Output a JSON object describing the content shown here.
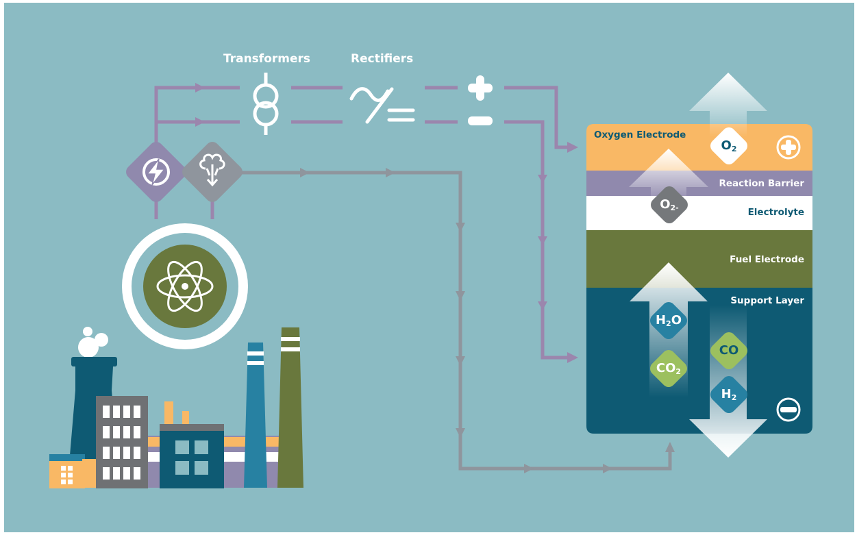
{
  "labels": {
    "transformers": "Transformers",
    "rectifiers": "Rectifiers"
  },
  "cell_layers": [
    {
      "id": "oxygen",
      "label": "Oxygen Electrode",
      "color": "#f9b865",
      "text_color": "#0e5a73"
    },
    {
      "id": "barrier",
      "label": "Reaction Barrier",
      "color": "#9089ad",
      "text_color": "#ffffff"
    },
    {
      "id": "electrolyte",
      "label": "Electrolyte",
      "color": "#ffffff",
      "text_color": "#0e5a73"
    },
    {
      "id": "fuel",
      "label": "Fuel Electrode",
      "color": "#69783d",
      "text_color": "#ffffff"
    },
    {
      "id": "support",
      "label": "Support Layer",
      "color": "#0e5a73",
      "text_color": "#ffffff"
    }
  ],
  "molecules": {
    "o2": {
      "base": "O",
      "sub": "2"
    },
    "o2_ion": {
      "base": "O",
      "sub": "2-"
    },
    "h2o": {
      "base": "H",
      "sub": "2",
      "tail": "O"
    },
    "co2": {
      "base": "CO",
      "sub": "2"
    },
    "co": {
      "base": "CO",
      "sub": ""
    },
    "h2": {
      "base": "H",
      "sub": "2"
    }
  },
  "colors": {
    "background": "#8bbbc3",
    "purple_line": "#9b86ad",
    "gray_line": "#8f959d",
    "orange": "#f9b865",
    "purple": "#9089ad",
    "green": "#69783d",
    "teal": "#0e5a73",
    "mid_teal": "#2781a2",
    "light_green": "#9cc05f",
    "gray_badge": "#75787b"
  },
  "icons": [
    "power-icon",
    "steam-icon",
    "atom-icon",
    "transformer-icon",
    "ac-dc-icon",
    "plus-icon",
    "minus-icon"
  ]
}
